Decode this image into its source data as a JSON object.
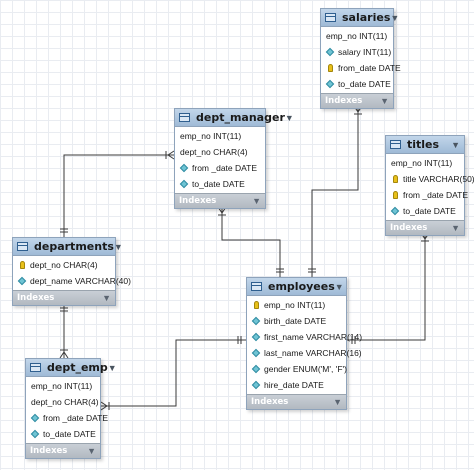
{
  "tables": [
    {
      "id": "salaries",
      "title": "salaries",
      "columns": [
        {
          "icon": "none",
          "text": "emp_no INT(11)"
        },
        {
          "icon": "fk",
          "text": "salary INT(11)"
        },
        {
          "icon": "pk",
          "text": "from_date DATE"
        },
        {
          "icon": "fk",
          "text": "to_date DATE"
        }
      ],
      "footer": "Indexes"
    },
    {
      "id": "dept_manager",
      "title": "dept_manager",
      "columns": [
        {
          "icon": "none",
          "text": "emp_no INT(11)"
        },
        {
          "icon": "none",
          "text": "dept_no CHAR(4)"
        },
        {
          "icon": "fk",
          "text": "from _date DATE"
        },
        {
          "icon": "fk",
          "text": "to_date DATE"
        }
      ],
      "footer": "Indexes"
    },
    {
      "id": "titles",
      "title": "titles",
      "columns": [
        {
          "icon": "none",
          "text": "emp_no INT(11)"
        },
        {
          "icon": "pk",
          "text": "title VARCHAR(50)"
        },
        {
          "icon": "pk",
          "text": "from _date DATE"
        },
        {
          "icon": "fk",
          "text": "to_date DATE"
        }
      ],
      "footer": "Indexes"
    },
    {
      "id": "departments",
      "title": "departments",
      "columns": [
        {
          "icon": "pk",
          "text": "dept_no CHAR(4)"
        },
        {
          "icon": "fk",
          "text": "dept_name VARCHAR(40)"
        }
      ],
      "footer": "Indexes"
    },
    {
      "id": "employees",
      "title": "employees",
      "columns": [
        {
          "icon": "pk",
          "text": "emp_no INT(11)"
        },
        {
          "icon": "fk",
          "text": "birth_date DATE"
        },
        {
          "icon": "fk",
          "text": "first_name VARCHAR(14)"
        },
        {
          "icon": "fk",
          "text": "last_name VARCHAR(16)"
        },
        {
          "icon": "fk",
          "text": "gender ENUM('M', 'F')"
        },
        {
          "icon": "fk",
          "text": "hire_date DATE"
        }
      ],
      "footer": "Indexes"
    },
    {
      "id": "dept_emp",
      "title": "dept_emp",
      "columns": [
        {
          "icon": "none",
          "text": "emp_no INT(11)"
        },
        {
          "icon": "none",
          "text": "dept_no CHAR(4)"
        },
        {
          "icon": "fk",
          "text": "from _date DATE"
        },
        {
          "icon": "fk",
          "text": "to_date DATE"
        }
      ],
      "footer": "Indexes"
    }
  ],
  "relationships": [
    {
      "from": "employees",
      "to": "salaries"
    },
    {
      "from": "employees",
      "to": "dept_manager"
    },
    {
      "from": "departments",
      "to": "dept_manager"
    },
    {
      "from": "employees",
      "to": "titles"
    },
    {
      "from": "departments",
      "to": "dept_emp"
    },
    {
      "from": "employees",
      "to": "dept_emp"
    }
  ],
  "colors": {
    "header": "#a9c2dc",
    "footer": "#bcc3cb",
    "connector": "#3a3a3a",
    "primary_key": "#e8c01a",
    "column_marker": "#6fc4d4"
  }
}
